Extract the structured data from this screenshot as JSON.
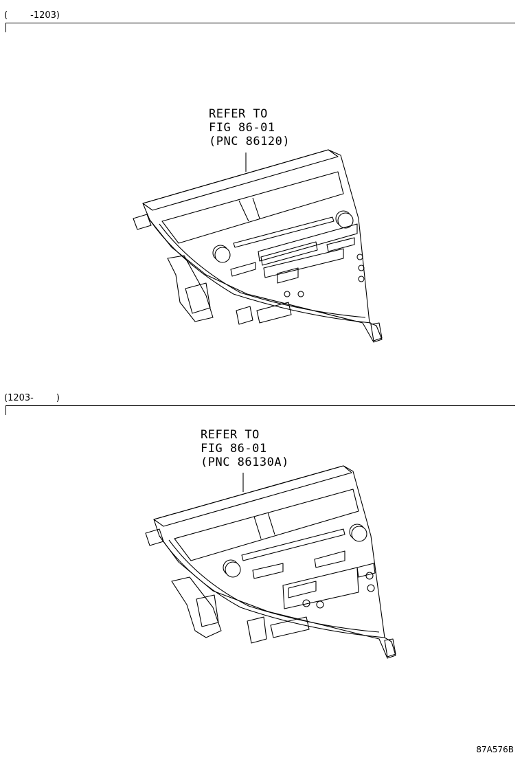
{
  "sections": [
    {
      "range_label": "(        -1203)",
      "callout": [
        "REFER TO",
        "FIG 86-01",
        "(PNC 86120)"
      ]
    },
    {
      "range_label": "(1203-        )",
      "callout": [
        "REFER TO",
        "FIG 86-01",
        "(PNC 86130A)"
      ]
    }
  ],
  "illustration_code": "87A576B"
}
